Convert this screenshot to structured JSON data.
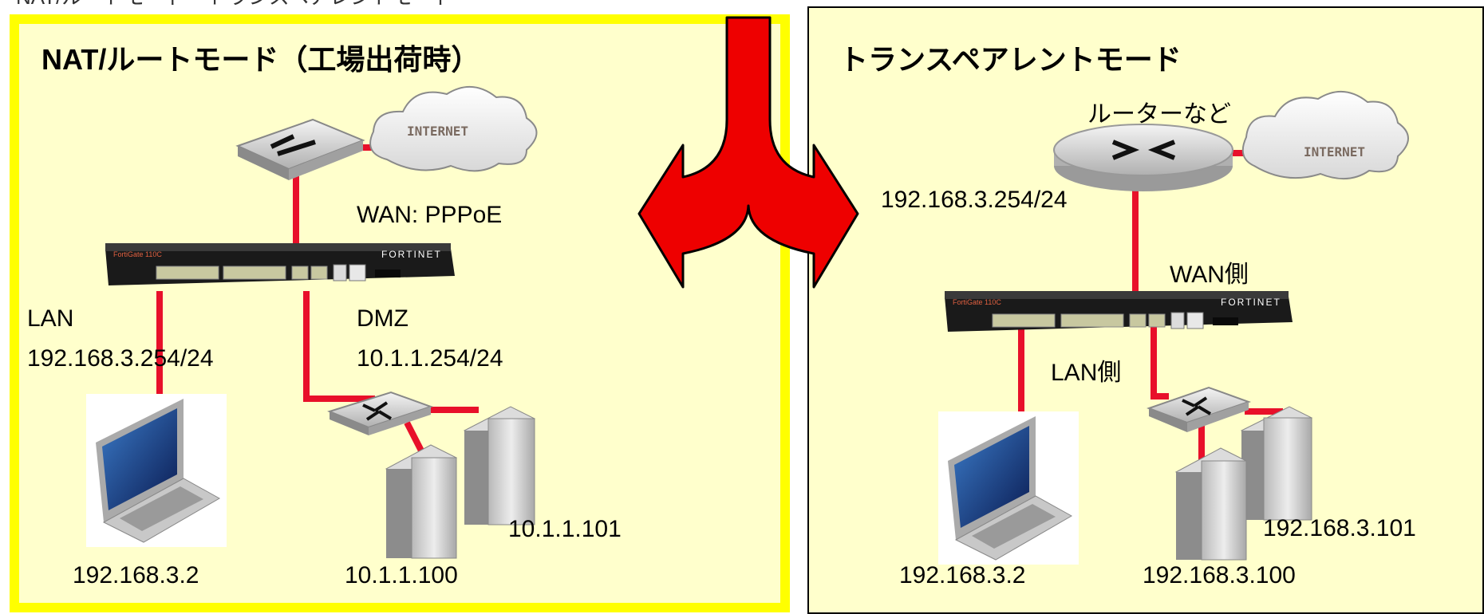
{
  "top_text": "NAT/ルートモード・トランスペアレントモード",
  "left_panel": {
    "title": "NAT/ルートモード（工場出荷時）",
    "wan_label": "WAN: PPPoE",
    "lan_label": "LAN",
    "lan_ip": "192.168.3.254/24",
    "dmz_label": "DMZ",
    "dmz_ip": "10.1.1.254/24",
    "client_ip": "192.168.3.2",
    "server1_ip": "10.1.1.100",
    "server2_ip": "10.1.1.101",
    "cloud_label": "INTERNET",
    "firewall_model": "FortiGate 110C",
    "firewall_brand": "FORTINET"
  },
  "right_panel": {
    "title": "トランスペアレントモード",
    "router_label": "ルーターなど",
    "router_ip": "192.168.3.254/24",
    "wan_side": "WAN側",
    "lan_side": "LAN側",
    "client_ip": "192.168.3.2",
    "server1_ip": "192.168.3.100",
    "server2_ip": "192.168.3.101",
    "cloud_label": "INTERNET",
    "firewall_model": "FortiGate 110C",
    "firewall_brand": "FORTINET"
  },
  "colors": {
    "panel_bg": "#ffffcc",
    "left_border": "#ffff00",
    "link": "#e8102a",
    "arrow": "#ee0000"
  }
}
